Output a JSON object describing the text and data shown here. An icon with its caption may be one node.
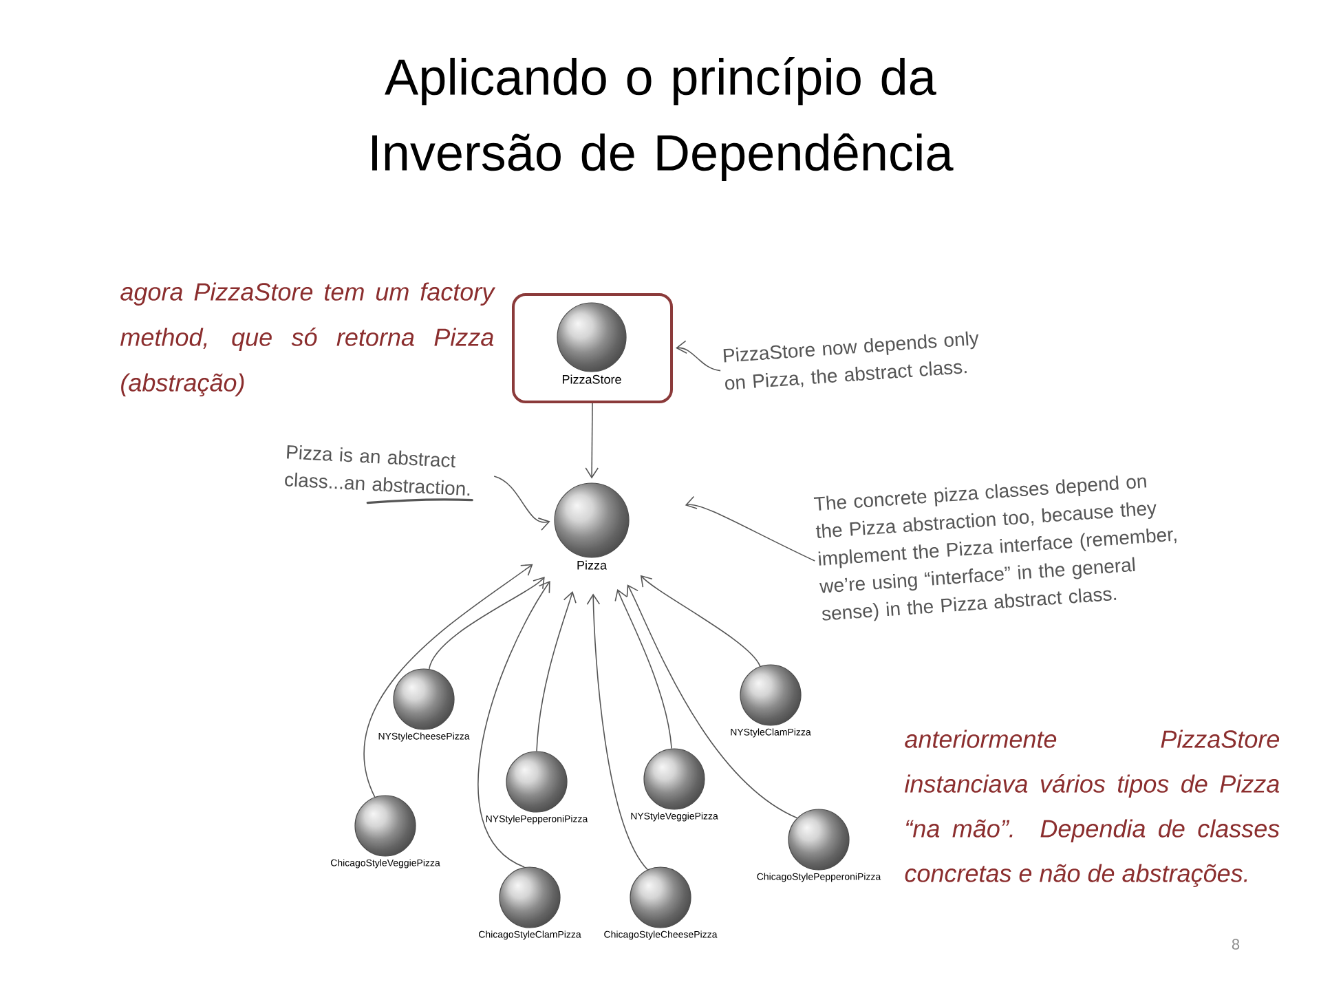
{
  "diagram": {
    "title": "Aplicando o princípio da Inversão de Dependência",
    "nodes": [
      {
        "text": [],
        "shape": "box"
      },
      {
        "text": [
          "PizzaStore"
        ],
        "in": 0
      },
      {
        "text": [
          "Pizza"
        ]
      },
      {
        "text": [
          "NYStyleCheesePizza"
        ]
      },
      {
        "text": [
          "NYStyleClamPizza"
        ]
      },
      {
        "text": [
          "NYStyleVeggiePizza"
        ]
      },
      {
        "text": [
          "NYStylePepperoniPizza"
        ]
      },
      {
        "text": [
          "ChicagoStyleVeggiePizza"
        ]
      },
      {
        "text": [
          "ChicagoStylePepperoniPizza"
        ]
      },
      {
        "text": [
          "ChicagoStyleClamPizza"
        ]
      },
      {
        "text": [
          "ChicagoStyleCheesePizza"
        ]
      },
      {
        "text": [
          "PizzaStore now depends only on Pizza, the abstract class."
        ]
      },
      {
        "text": [
          "Pizza is an abstract class...an abstraction."
        ]
      },
      {
        "text": [
          "The concrete pizza classes depend on the Pizza abstraction too, because they implement the Pizza interface (remember, we’re using “interface” in the general sense) in the Pizza abstract class."
        ]
      }
    ],
    "edges": [
      {
        "from": 0,
        "to": 2,
        "arrow": "to"
      },
      {
        "from": 3,
        "to": 2,
        "arrow": "to"
      },
      {
        "from": 4,
        "to": 2,
        "arrow": "to"
      },
      {
        "from": 5,
        "to": 2,
        "arrow": "to"
      },
      {
        "from": 6,
        "to": 2,
        "arrow": "to"
      },
      {
        "from": 7,
        "to": 2,
        "arrow": "to"
      },
      {
        "from": 8,
        "to": 2,
        "arrow": "to"
      },
      {
        "from": 9,
        "to": 2,
        "arrow": "to"
      },
      {
        "from": 10,
        "to": 2,
        "arrow": "to"
      },
      {
        "from": 11,
        "to": 0,
        "arrow": "to"
      },
      {
        "from": 12,
        "to": 2,
        "arrow": "to"
      },
      {
        "from": 13,
        "to": 2,
        "arrow": "to"
      }
    ],
    "labels": [
      "agora PizzaStore tem um factory method, que só retorna Pizza (abstração)",
      "anteriormente PizzaStore instanciava vários tipos de Pizza “na mão”. Dependia de classes concretas e não de abstrações.",
      "8"
    ]
  }
}
